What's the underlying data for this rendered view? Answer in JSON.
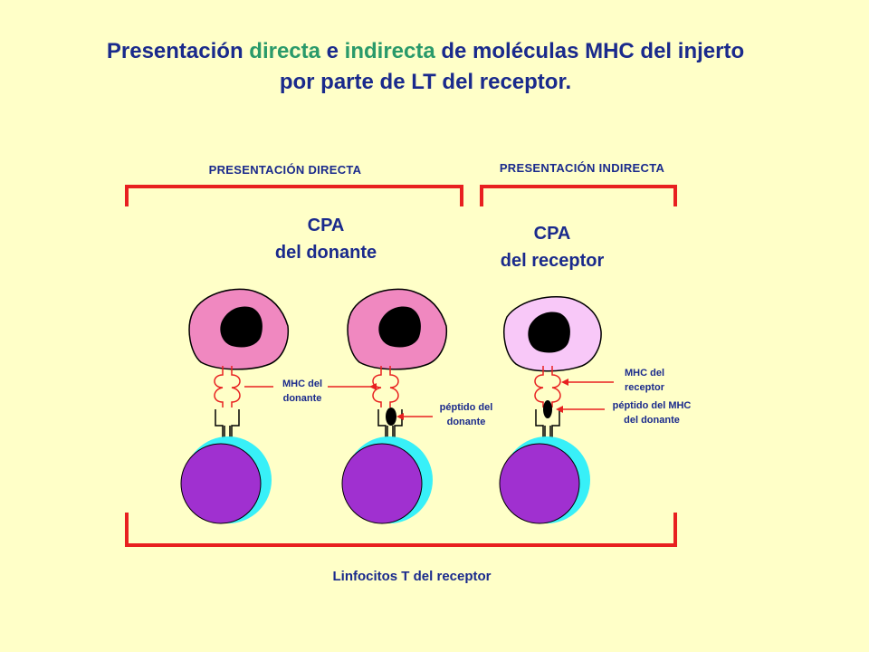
{
  "title": {
    "part1": "Presentación ",
    "directa": "directa",
    "part2": " e ",
    "indirecta": "indirecta",
    "part3": " de moléculas MHC del injerto",
    "line2": "por parte de LT del receptor."
  },
  "sections": {
    "direct": "PRESENTACIÓN DIRECTA",
    "indirect": "PRESENTACIÓN INDIRECTA"
  },
  "cpa_donor": {
    "line1": "CPA",
    "line2": "del donante"
  },
  "cpa_recipient": {
    "line1": "CPA",
    "line2": "del receptor"
  },
  "labels": {
    "mhc_donor_1": "MHC del",
    "mhc_donor_2": "donante",
    "peptide_donor_1": "péptido del",
    "peptide_donor_2": "donante",
    "mhc_recipient_1": "MHC del",
    "mhc_recipient_2": "receptor",
    "peptide_mhc_1": "péptido del MHC",
    "peptide_mhc_2": "del donante"
  },
  "bottom_label": "Linfocitos T del receptor",
  "colors": {
    "background": "#ffffc8",
    "text": "#1a2a8c",
    "accent": "#2a9a6a",
    "bracket": "#e82020",
    "cpa_donor": "#f088c0",
    "cpa_recipient": "#f8c8f8",
    "lymphocyte": "#a030d0",
    "lymphocyte_halo": "#38f0f8"
  }
}
